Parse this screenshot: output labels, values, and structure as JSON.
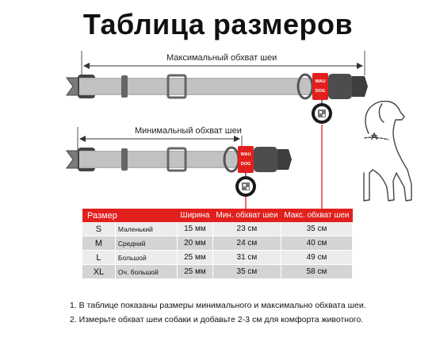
{
  "title": "Таблица размеров",
  "max_label": "Максимальный обхват шеи",
  "min_label": "Минимальный обхват шеи",
  "tag_text": "WAU DOG",
  "dog_point_label": "A",
  "colors": {
    "accent": "#e1201e",
    "strap": "#b5b5b5",
    "hardware": "#555555",
    "row_light": "#ececec",
    "row_dark": "#d4d4d4"
  },
  "table": {
    "headers": [
      "Размер",
      "Ширина",
      "Мин. обхват шеи",
      "Макс. обхват шеи"
    ],
    "rows": [
      {
        "size": "S",
        "name": "Маленький",
        "width": "15 мм",
        "min": "23 см",
        "max": "35 см"
      },
      {
        "size": "M",
        "name": "Средний",
        "width": "20 мм",
        "min": "24 см",
        "max": "40 см"
      },
      {
        "size": "L",
        "name": "Большой",
        "width": "25 мм",
        "min": "31 см",
        "max": "49 см"
      },
      {
        "size": "XL",
        "name": "Оч. большой",
        "width": "25 мм",
        "min": "35 см",
        "max": "58 см"
      }
    ]
  },
  "notes": [
    "1. В таблице показаны размеры минимального и максимально обхвата шеи.",
    "2. Измерьте обхват шеи собаки и добавьте 2-3 см для комфорта животного."
  ]
}
